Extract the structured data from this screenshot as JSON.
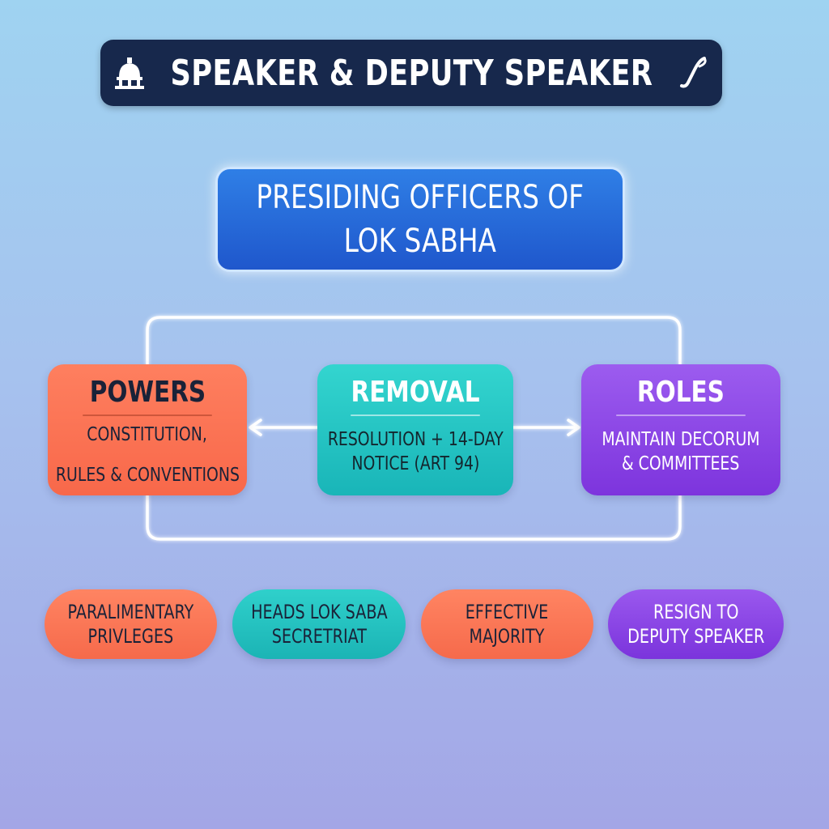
{
  "header": {
    "title": "SPEAKER & DEPUTY SPEAKER",
    "left_icon": "parliament-dome-icon",
    "right_icon": "quill-pen-icon"
  },
  "central_node": {
    "line1": "PRESIDING OFFICERS OF",
    "line2": "LOK SABHA"
  },
  "cards": {
    "powers": {
      "title": "POWERS",
      "line1": "CONSTITUTION,",
      "line2": "RULES & CONVENTIONS",
      "color": "#fa6f51"
    },
    "removal": {
      "title": "REMOVAL",
      "line1": "RESOLUTION + 14-DAY",
      "line2": "NOTICE (ART 94)",
      "color": "#22c3c2"
    },
    "roles": {
      "title": "ROLES",
      "line1": "MAINTAIN DECORUM",
      "line2": "& COMMITTEES",
      "color": "#8a45e6"
    }
  },
  "pills": [
    {
      "line1": "PARALIMENTARY",
      "line2": "PRIVLEGES",
      "color": "#f97455"
    },
    {
      "line1": "HEADS LOK SABA",
      "line2": "SECRETRIAT",
      "color": "#24c1bf"
    },
    {
      "line1": "EFFECTIVE",
      "line2": "MAJORITY",
      "color": "#f97455"
    },
    {
      "line1": "RESIGN TO",
      "line2": "DEPUTY SPEAKER",
      "color": "#8a45e6"
    }
  ],
  "colors": {
    "banner_bg": "#17284c",
    "central_blue": "#2566d8",
    "connector": "#ffffff"
  }
}
